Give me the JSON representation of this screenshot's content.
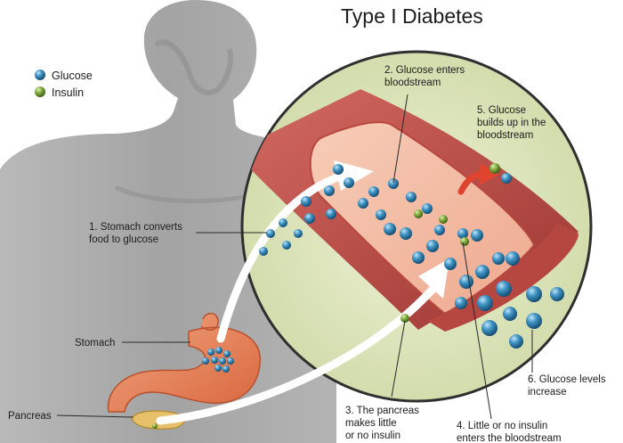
{
  "title": "Type I Diabetes",
  "legend": {
    "glucose": "Glucose",
    "insulin": "Insulin"
  },
  "labels": {
    "step1": [
      "1. Stomach converts",
      "food to glucose"
    ],
    "step2": [
      "2. Glucose enters",
      "bloodstream"
    ],
    "step3": [
      "3. The pancreas",
      "makes little",
      "or no insulin"
    ],
    "step4": [
      "4. Little or no insulin",
      "enters the bloodstream"
    ],
    "step5": [
      "5. Glucose",
      "builds up in the",
      "bloodstream"
    ],
    "step6": [
      "6. Glucose levels",
      "increase"
    ],
    "stomach": "Stomach",
    "pancreas": "Pancreas"
  },
  "colors": {
    "glucose": "#3a8fc0",
    "insulin": "#7ea83a",
    "vessel": "#c9524d",
    "inset_bg": "#dfe6c0",
    "body": "#a7a7a7",
    "arrow_red": "#e0442f"
  }
}
